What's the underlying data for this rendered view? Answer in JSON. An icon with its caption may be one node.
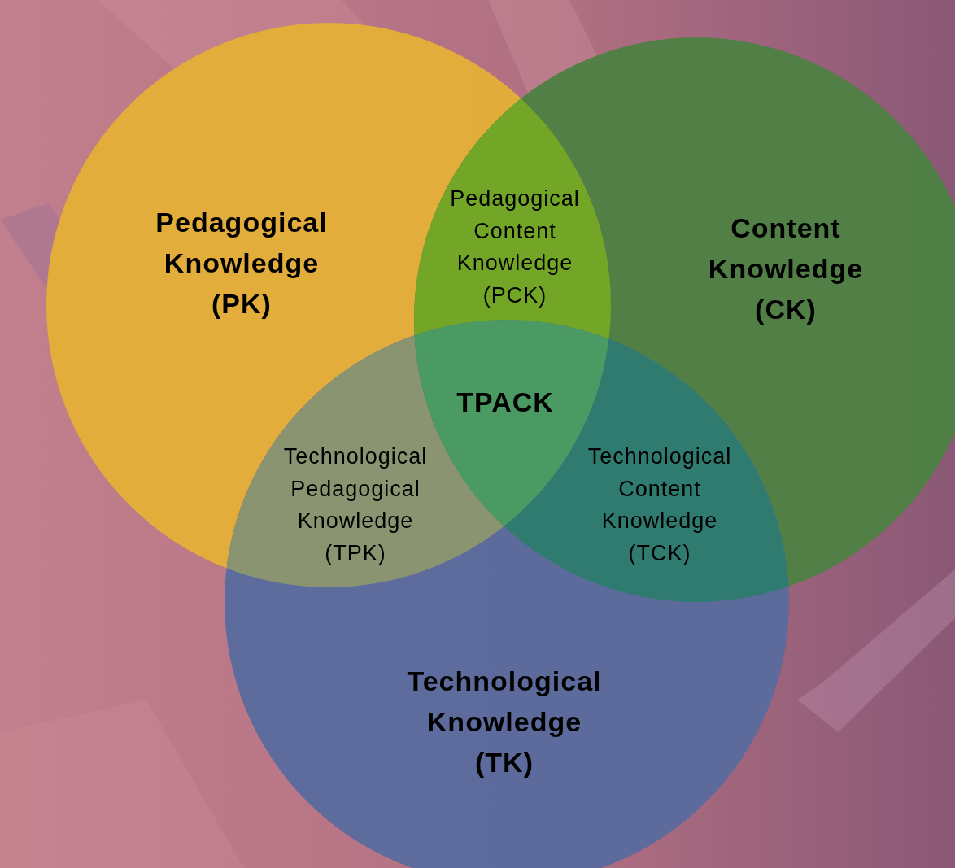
{
  "diagram": {
    "nodes": [
      {
        "text": [
          "Pedagogical Knowledge (PK)"
        ]
      },
      {
        "text": [
          "Content Knowledge (CK)"
        ]
      },
      {
        "text": [
          "Technological Knowledge (TK)"
        ]
      }
    ],
    "edges": [],
    "labels": [
      "Pedagogical Content Knowledge (PCK)",
      "TPACK",
      "Technological Pedagogical Knowledge (TPK)",
      "Technological Content Knowledge (TCK)"
    ]
  }
}
